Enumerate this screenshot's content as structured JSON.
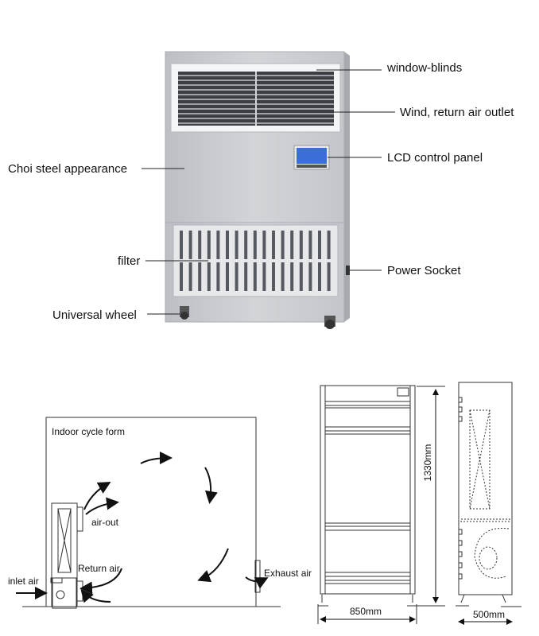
{
  "photo": {
    "callouts": {
      "window_blinds": "window-blinds",
      "air_outlet": "Wind, return air outlet",
      "lcd_panel": "LCD control panel",
      "steel": "Choi steel appearance",
      "filter": "filter",
      "power_socket": "Power Socket",
      "wheel": "Universal wheel"
    },
    "colors": {
      "body": "#c9ccd0",
      "lcd": "#3a6fd8"
    }
  },
  "cycle_diagram": {
    "title": "Indoor cycle form",
    "air_out": "air-out",
    "return_air": "Return air",
    "inlet_air": "inlet air",
    "exhaust_air": "Exhaust air"
  },
  "dimensions": {
    "height": "1330mm",
    "width": "850mm",
    "depth": "500mm"
  }
}
